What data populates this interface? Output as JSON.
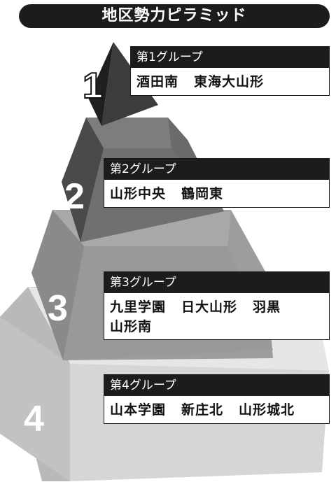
{
  "title": "地区勢力ピラミッド",
  "tiers": [
    {
      "number": "1",
      "group": "第1グループ",
      "members": [
        "酒田南",
        "東海大山形"
      ]
    },
    {
      "number": "2",
      "group": "第2グループ",
      "members": [
        "山形中央",
        "鶴岡東"
      ]
    },
    {
      "number": "3",
      "group": "第3グループ",
      "members": [
        "九里学園",
        "日大山形",
        "羽黒",
        "山形南"
      ]
    },
    {
      "number": "4",
      "group": "第4グループ",
      "members": [
        "山本学園",
        "新庄北",
        "山形城北"
      ]
    }
  ],
  "colors": {
    "title_bg": "#1c1c1c",
    "tier1_front": "#3a3a3a",
    "tier2_front": "#5e5e5e",
    "tier3_front": "#9a9a9a",
    "tier4_front": "#d2d2d2"
  }
}
